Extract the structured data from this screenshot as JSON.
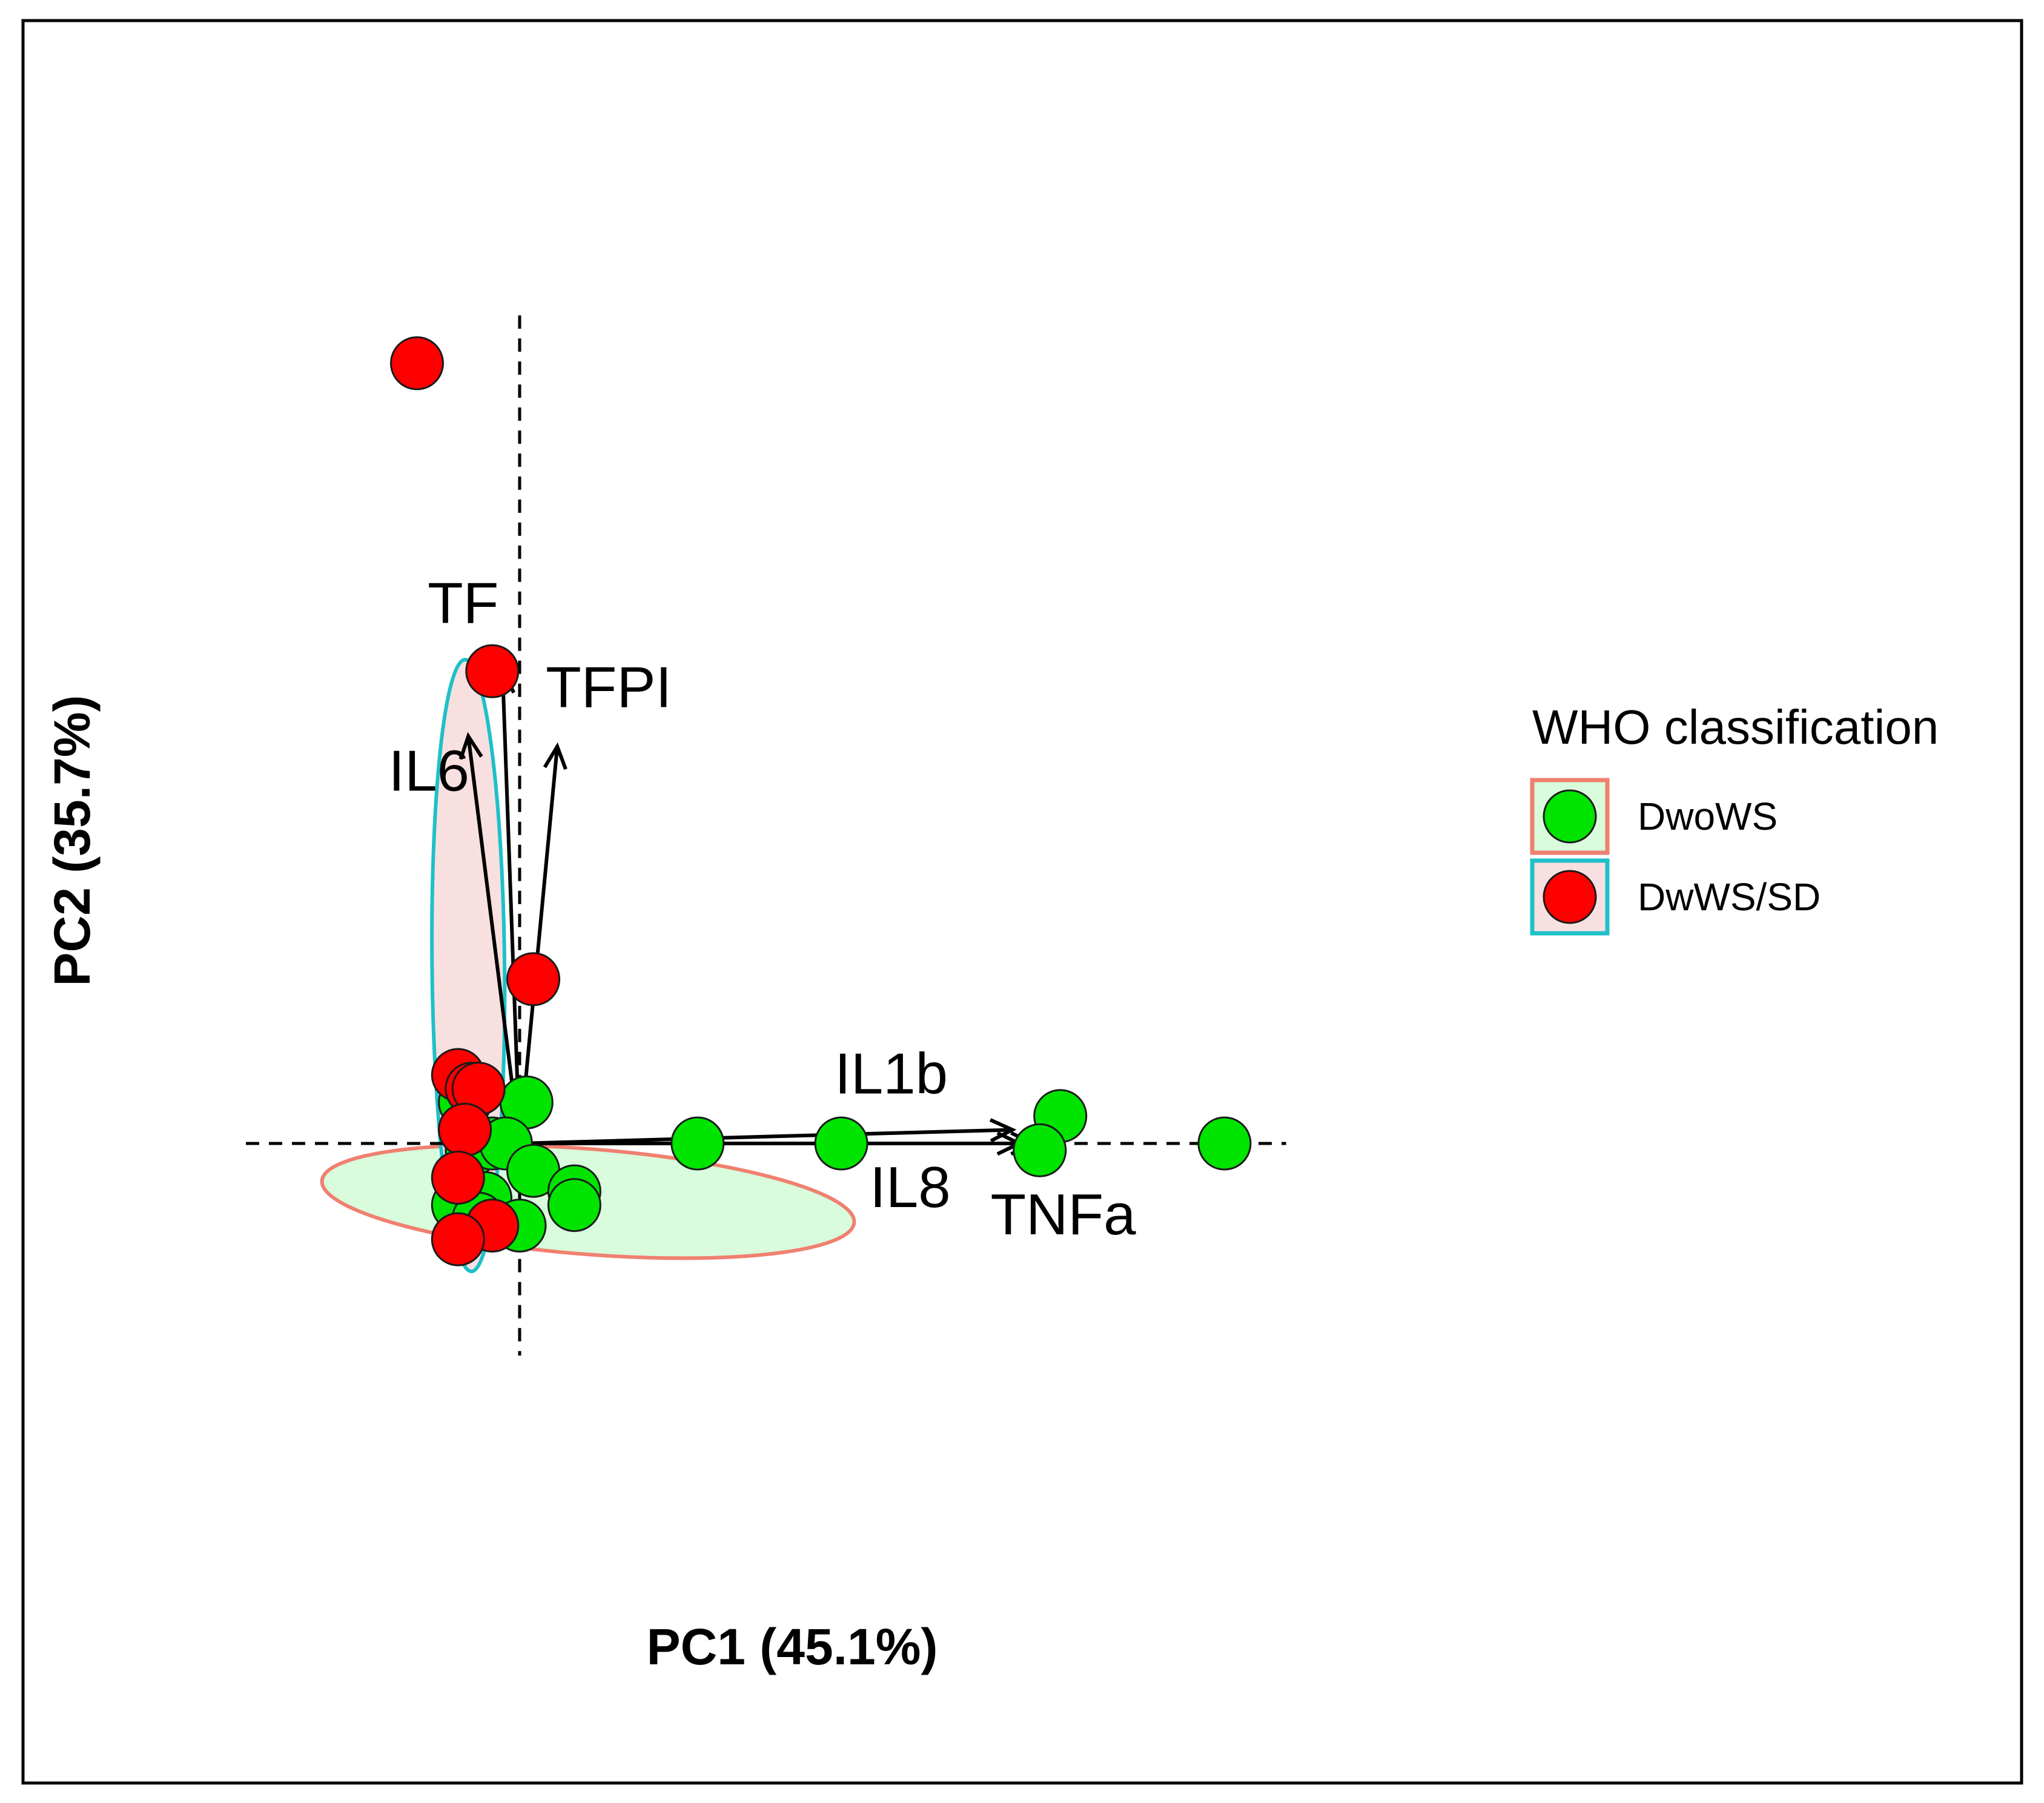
{
  "chart_data": {
    "type": "scatter",
    "title": "",
    "xlabel": "PC1 (45.1%)",
    "ylabel": "PC2 (35.7%)",
    "xlim": [
      -4.5,
      10.5
    ],
    "ylim": [
      -5.6,
      12.4
    ],
    "grid": false,
    "legend": {
      "title": "WHO classification",
      "position": "right",
      "entries": [
        {
          "name": "DwoWS",
          "fill": "#00e400",
          "ellipse_fill": "#d8fcdc",
          "ellipse_stroke": "#f08070"
        },
        {
          "name": "DwWS/SD",
          "fill": "#ff0000",
          "ellipse_fill": "#f9e0e0",
          "ellipse_stroke": "#1fc0c8"
        }
      ]
    },
    "reference_lines": {
      "x": 0,
      "y": 0,
      "style": "dashed"
    },
    "series": [
      {
        "name": "DwoWS",
        "color": "#00e400",
        "points": [
          [
            -0.8,
            0.6
          ],
          [
            0.1,
            0.6
          ],
          [
            2.6,
            0.0
          ],
          [
            4.7,
            0.0
          ],
          [
            7.9,
            0.4
          ],
          [
            7.6,
            -0.1
          ],
          [
            10.3,
            0.0
          ],
          [
            -0.7,
            -0.1
          ],
          [
            -0.4,
            0.0
          ],
          [
            -0.2,
            0.0
          ],
          [
            0.2,
            -0.4
          ],
          [
            0.8,
            -0.7
          ],
          [
            0.8,
            -0.9
          ],
          [
            -0.5,
            -0.8
          ],
          [
            -0.9,
            -0.9
          ],
          [
            -0.6,
            -1.1
          ],
          [
            0.0,
            -1.2
          ]
        ]
      },
      {
        "name": "DwWS/SD",
        "color": "#ff0000",
        "points": [
          [
            -1.5,
            11.4
          ],
          [
            -0.4,
            6.9
          ],
          [
            0.2,
            2.4
          ],
          [
            -0.9,
            1.0
          ],
          [
            -0.7,
            0.8
          ],
          [
            -0.6,
            0.8
          ],
          [
            -0.8,
            0.2
          ],
          [
            -0.9,
            -0.5
          ],
          [
            -0.4,
            -1.2
          ],
          [
            -0.9,
            -1.4
          ]
        ]
      }
    ],
    "ellipses": [
      {
        "group": "DwoWS",
        "center": [
          1.0,
          -0.85
        ],
        "rx": 3.9,
        "ry": 0.77,
        "angle_deg": -4.5
      },
      {
        "group": "DwWS/SD",
        "center": [
          -0.75,
          2.6
        ],
        "rx": 0.53,
        "ry": 4.47,
        "angle_deg": 0.6
      }
    ],
    "loadings": [
      {
        "name": "TF",
        "x": -0.25,
        "y": 6.9
      },
      {
        "name": "TFPI",
        "x": 0.55,
        "y": 5.8
      },
      {
        "name": "IL6",
        "x": -0.75,
        "y": 5.95
      },
      {
        "name": "IL1b",
        "x": 7.2,
        "y": 0.2
      },
      {
        "name": "IL8",
        "x": 7.3,
        "y": 0.0
      },
      {
        "name": "TNFa",
        "x": 7.5,
        "y": 0.0
      }
    ]
  }
}
